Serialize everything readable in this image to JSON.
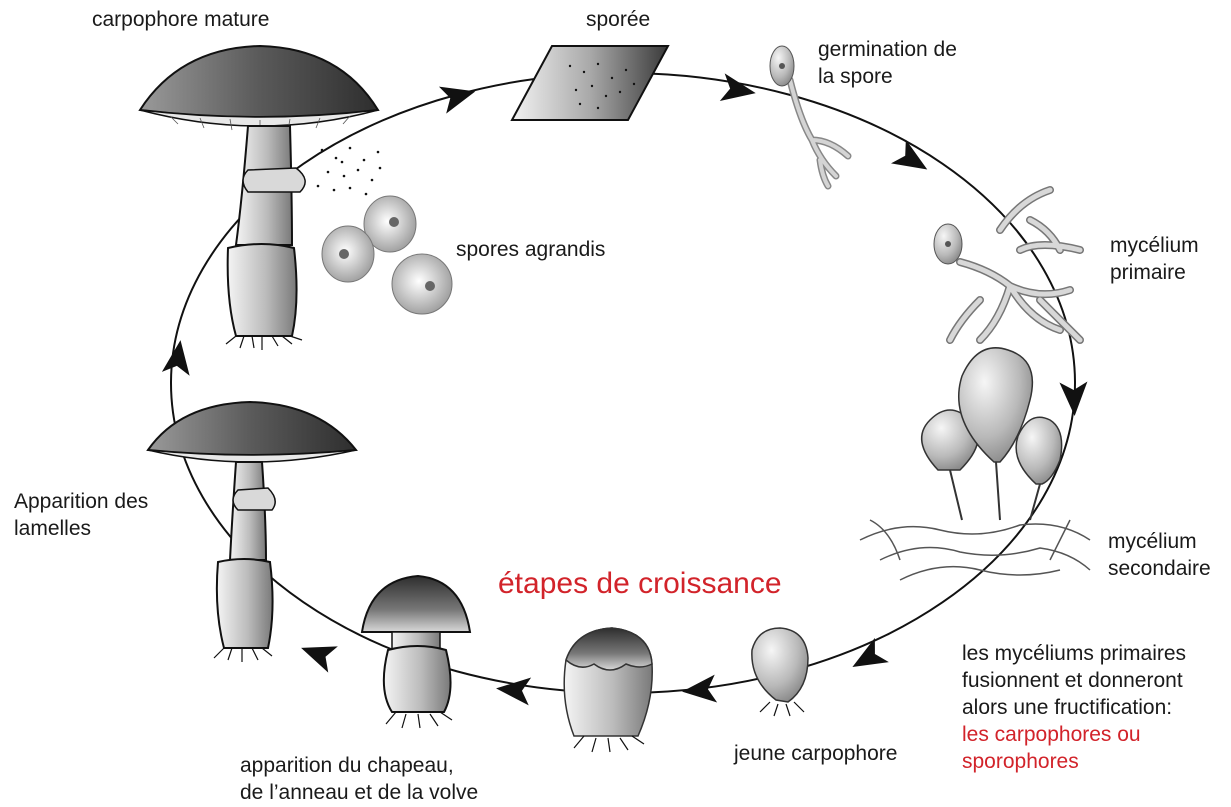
{
  "labels": {
    "mature": "carpophore mature",
    "sporee": "sporée",
    "germination": [
      "germination de",
      "la spore"
    ],
    "spores": "spores agrandis",
    "primary": [
      "mycélium",
      "primaire"
    ],
    "secondary": [
      "mycélium",
      "secondaire"
    ],
    "fusion": [
      "les mycéliums primaires",
      "fusionnent et donneront",
      "alors une fructification:"
    ],
    "fusion_red": [
      "les carpophores ou",
      "sporophores"
    ],
    "young": "jeune carpophore",
    "cap": [
      "apparition du chapeau,",
      "de l’anneau et de la volve"
    ],
    "gills": [
      "Apparition des",
      "lamelles"
    ],
    "center": "étapes de croissance"
  },
  "colors": {
    "accent": "#d2232a",
    "line": "#111111",
    "shade_dark": "#4a4a4a",
    "shade_light": "#e0e0e0"
  }
}
